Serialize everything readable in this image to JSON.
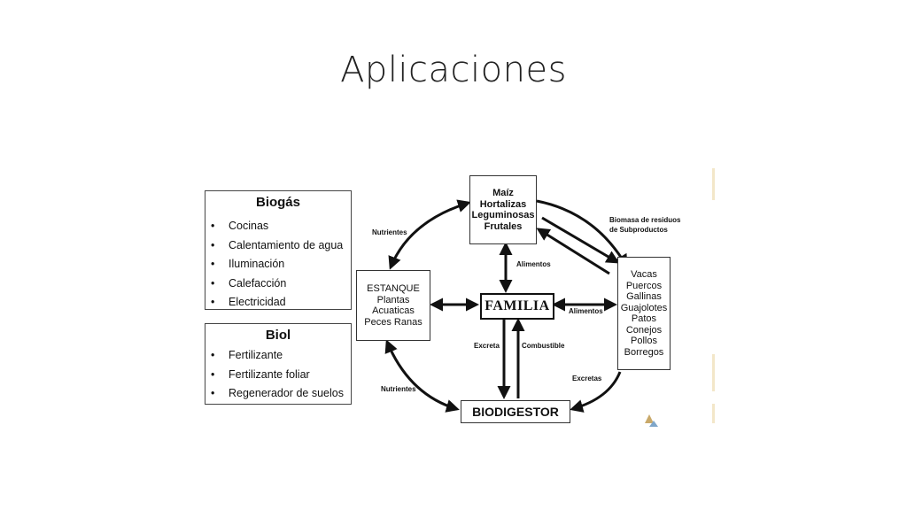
{
  "title": "Aplicaciones",
  "biogas": {
    "title": "Biogás",
    "items": [
      "Cocinas",
      "Calentamiento de agua",
      "Iluminación",
      "Calefacción",
      "Electricidad"
    ]
  },
  "biol": {
    "title": "Biol",
    "items": [
      "Fertilizante",
      "Fertilizante foliar",
      "Regenerador de suelos"
    ]
  },
  "diagram": {
    "crops": [
      "Maíz",
      "Hortalizas",
      "Leguminosas",
      "Frutales"
    ],
    "pond": [
      "ESTANQUE",
      "Plantas",
      "Acuaticas",
      "Peces Ranas"
    ],
    "animals": [
      "Vacas",
      "Puercos",
      "Gallinas",
      "Guajolotes",
      "Patos",
      "Conejos",
      "Pollos",
      "Borregos"
    ],
    "family": "FAMILIA",
    "digester": "BIODIGESTOR",
    "labels": {
      "nutrients_top": "Nutrientes",
      "nutrients_bottom": "Nutrientes",
      "food_top": "Alimentos",
      "food_right": "Alimentos",
      "residues_line1": "Biomasa de residuos",
      "residues_line2": "de Subproductos",
      "excreta_left": "Excreta",
      "fuel": "Combustible",
      "excreta_right": "Excretas"
    }
  }
}
